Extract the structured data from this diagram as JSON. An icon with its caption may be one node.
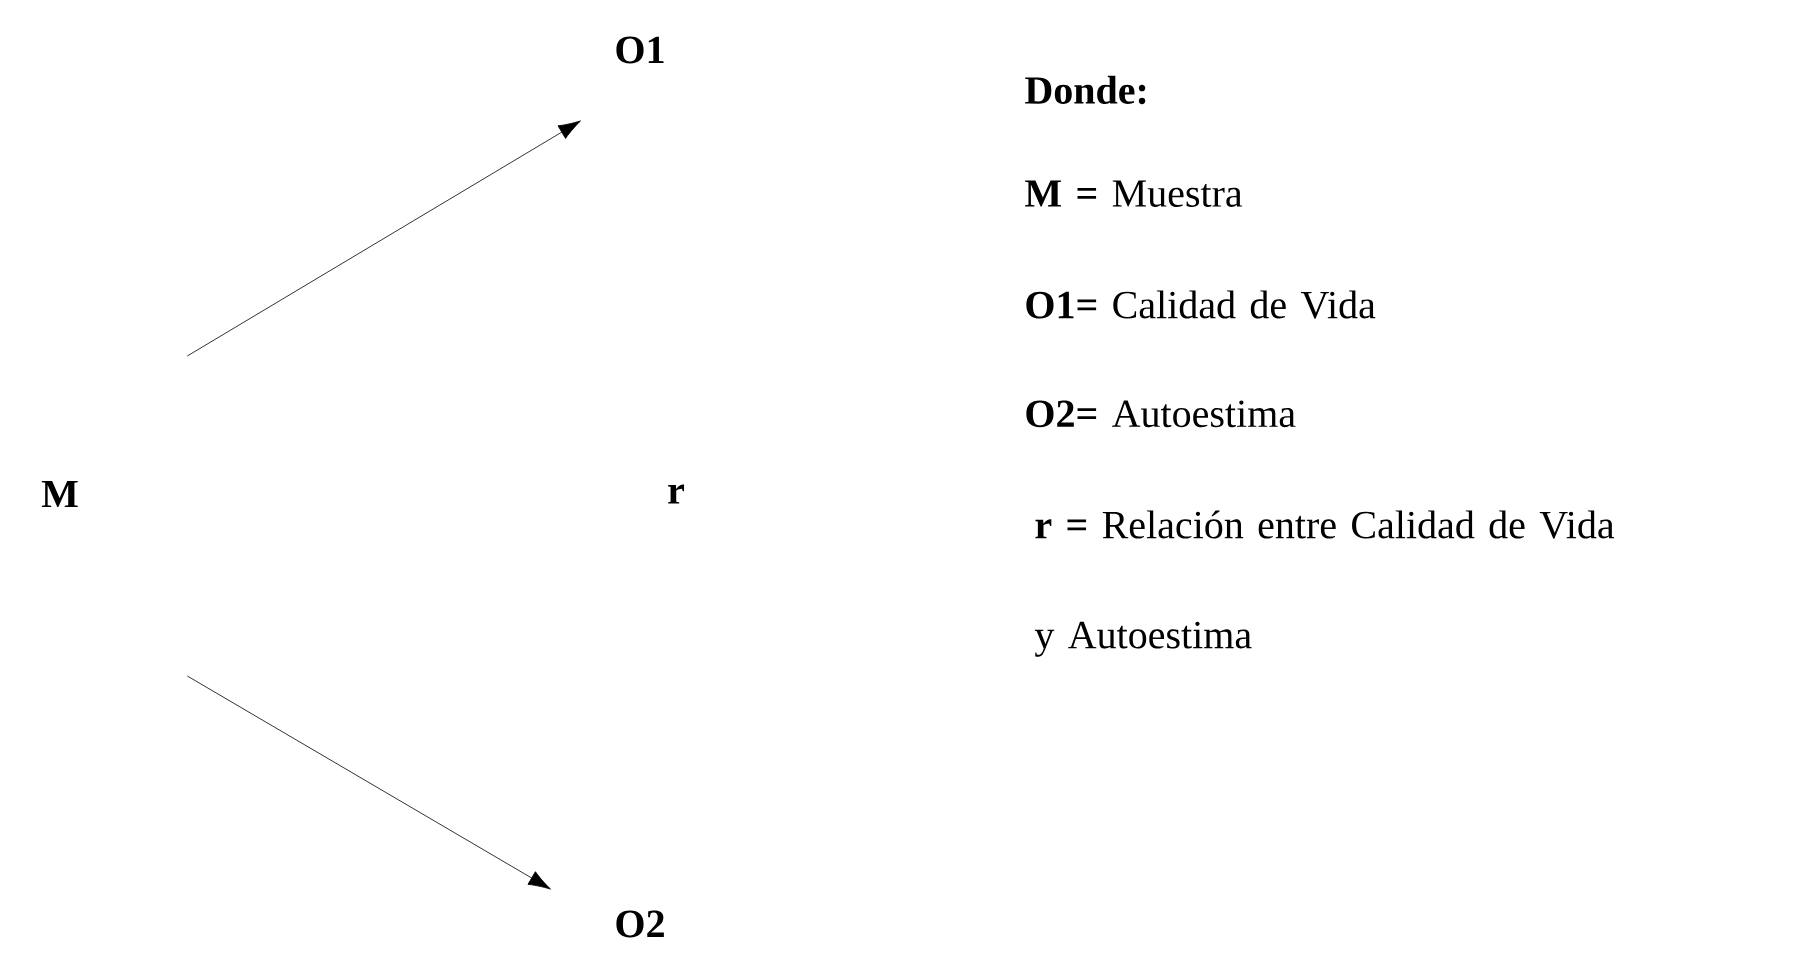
{
  "diagram": {
    "nodes": [
      {
        "text": [
          "M"
        ]
      },
      {
        "text": [
          "O1"
        ]
      },
      {
        "text": [
          "O2"
        ]
      }
    ],
    "edges": [
      {
        "from": null,
        "to": 1,
        "arrow": "to"
      },
      {
        "from": null,
        "to": 2,
        "arrow": "to"
      }
    ],
    "labels": [
      "r",
      "Donde:",
      "**M =** Muestra",
      "**O1=** Calidad de Vida",
      "**O2=** Autoestima",
      "**r =** Relación entre Calidad de Vida y Autoestima"
    ]
  }
}
